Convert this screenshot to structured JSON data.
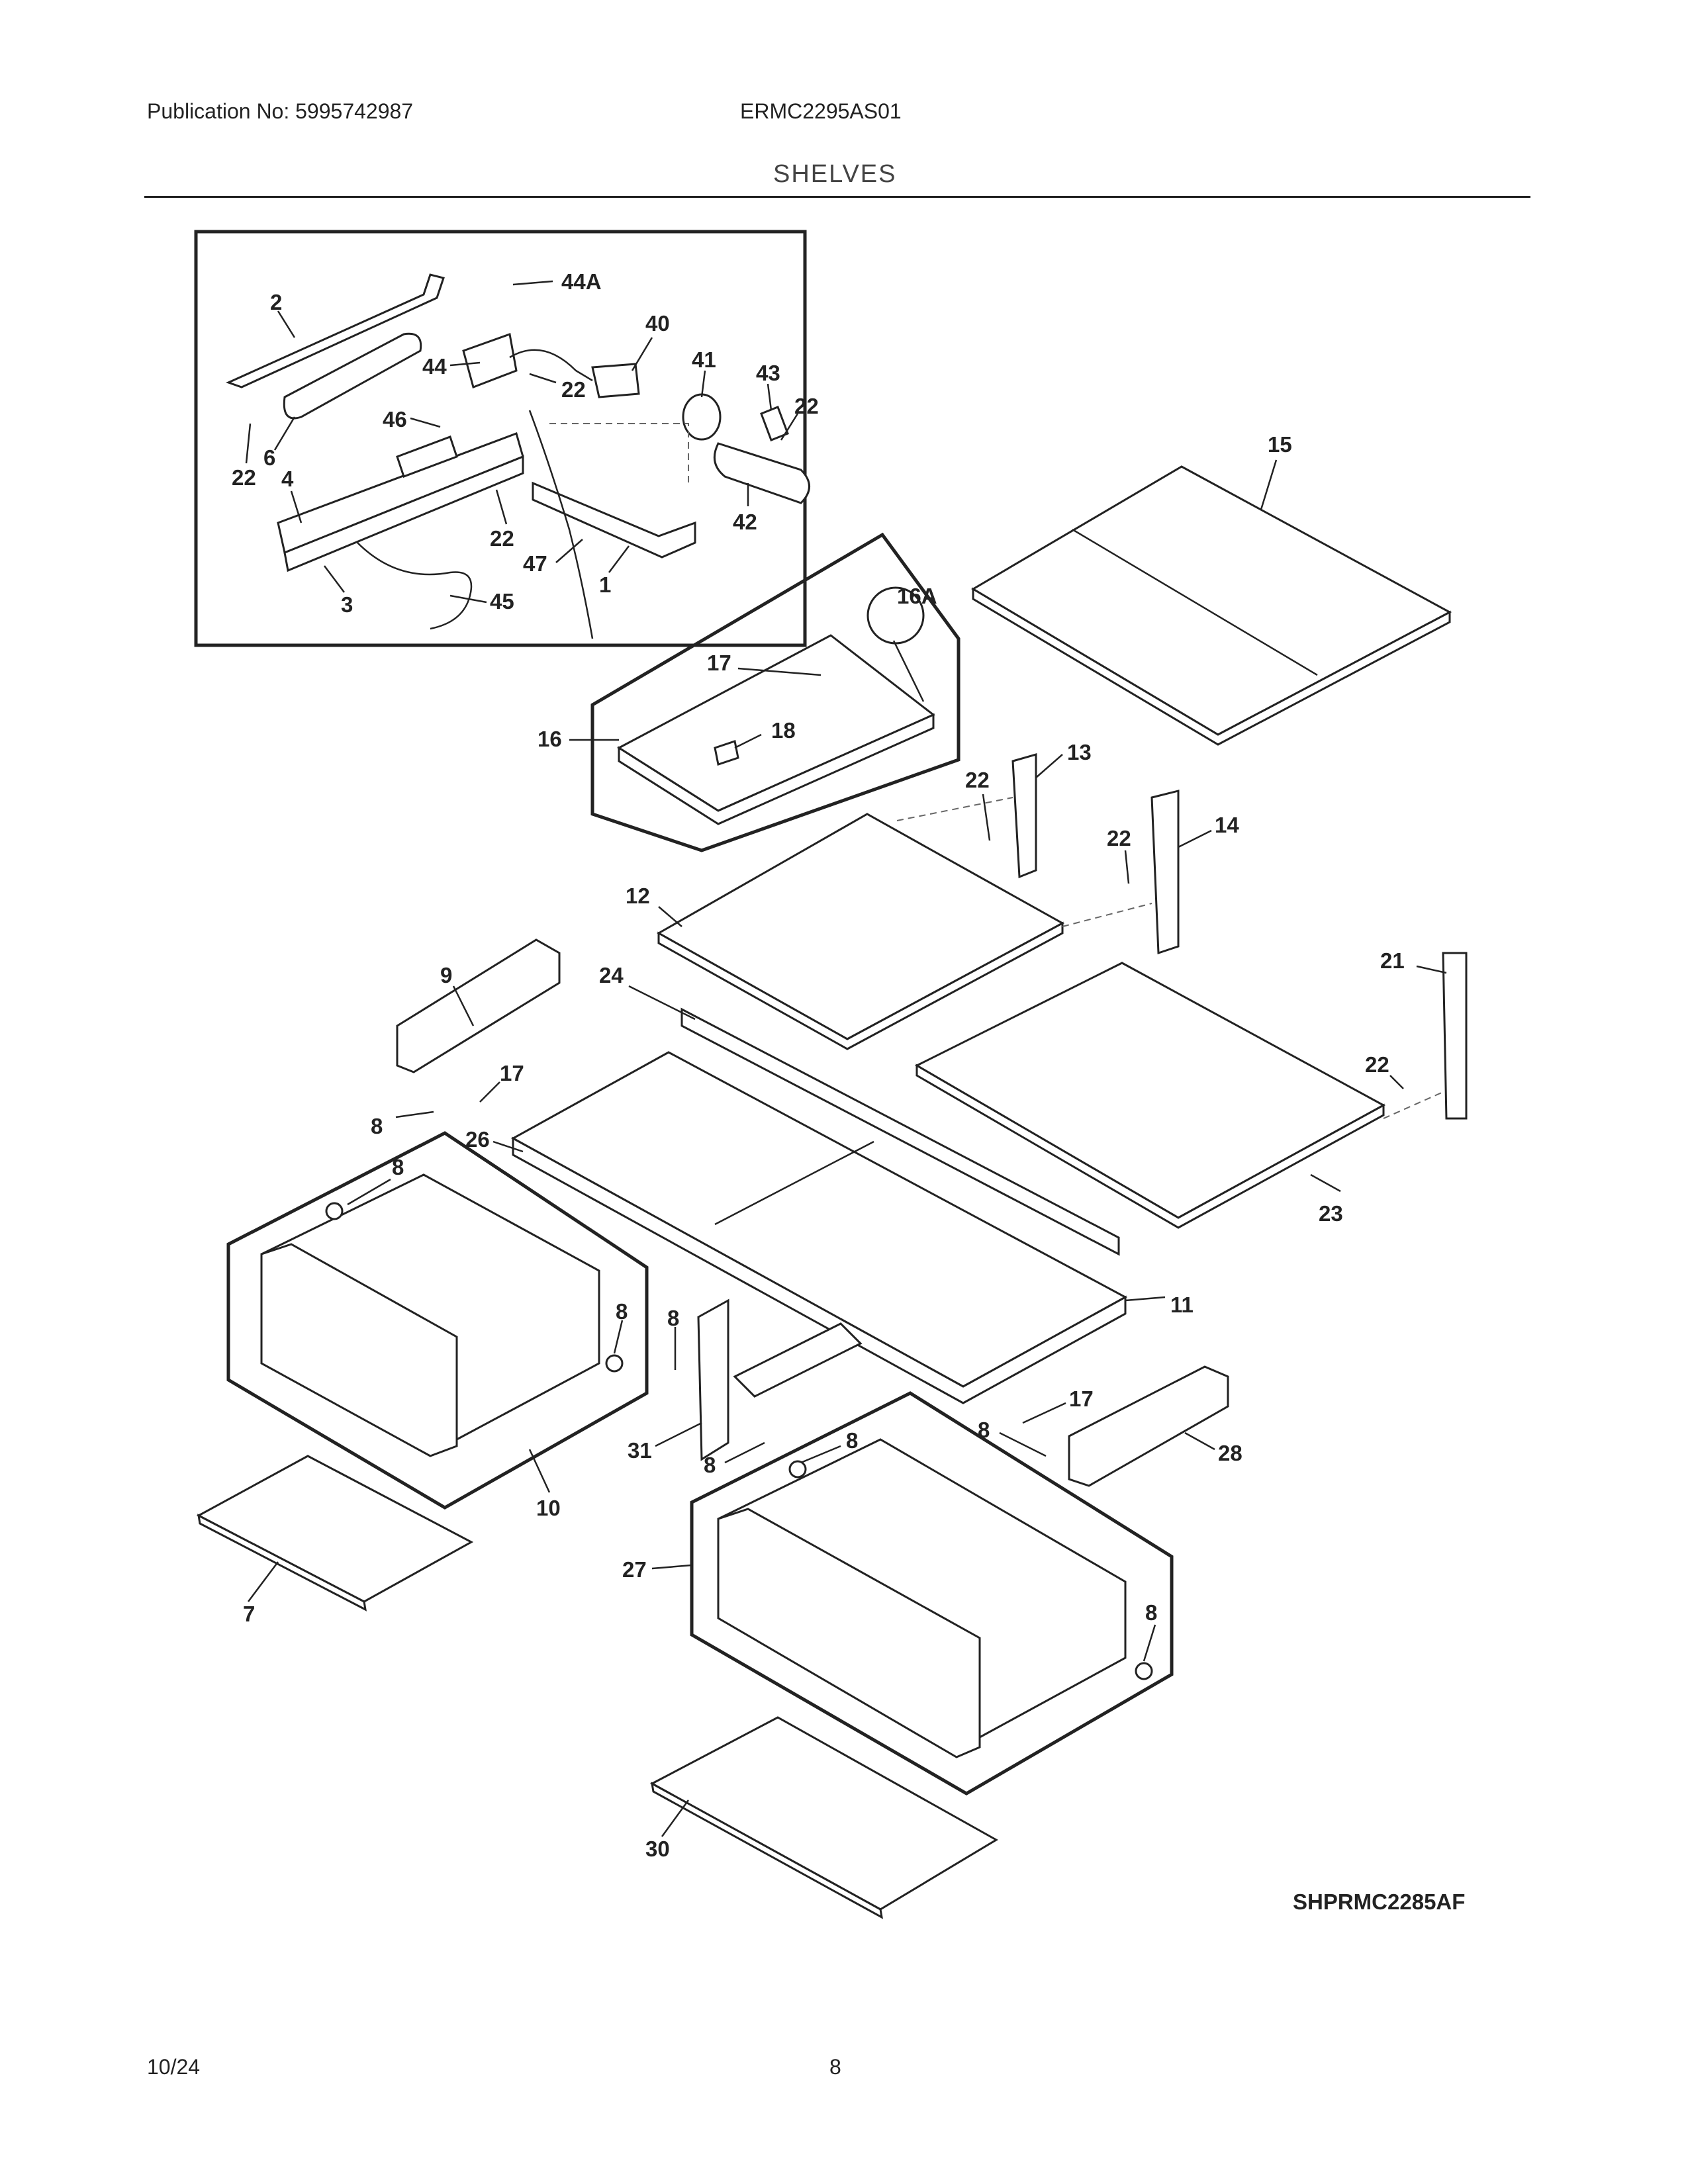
{
  "header": {
    "publication": "Publication No: 5995742987",
    "model": "ERMC2295AS01",
    "section": "SHELVES"
  },
  "diagram": {
    "code": "SHPRMC2285AF",
    "callouts": [
      "44A",
      "2",
      "40",
      "44",
      "41",
      "43",
      "22",
      "22",
      "46",
      "6",
      "22",
      "4",
      "15",
      "22",
      "42",
      "47",
      "1",
      "3",
      "45",
      "16A",
      "17",
      "18",
      "16",
      "22",
      "13",
      "22",
      "14",
      "12",
      "9",
      "24",
      "21",
      "17",
      "22",
      "8",
      "26",
      "8",
      "8",
      "8",
      "11",
      "23",
      "17",
      "28",
      "8",
      "31",
      "8",
      "8",
      "10",
      "27",
      "8",
      "7",
      "30"
    ]
  },
  "footer": {
    "date": "10/24",
    "page": "8"
  }
}
